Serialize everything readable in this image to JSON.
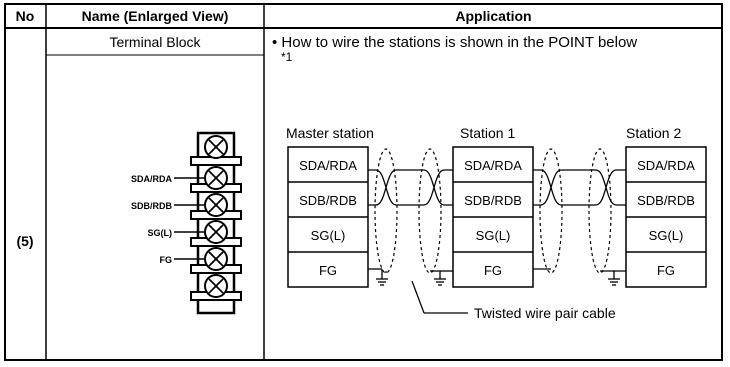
{
  "header": {
    "no": "No",
    "name": "Name (Enlarged View)",
    "application": "Application"
  },
  "row": {
    "no": "(5)",
    "name": "Terminal Block",
    "note_line1": "• How to wire the stations is shown in the POINT below",
    "note_line2": "*1"
  },
  "terminal_block": {
    "labels": [
      "SDA/RDA",
      "SDB/RDB",
      "SG(L)",
      "FG"
    ]
  },
  "wiring": {
    "stations": [
      {
        "title": "Master station",
        "terminals": [
          "SDA/RDA",
          "SDB/RDB",
          "SG(L)",
          "FG"
        ]
      },
      {
        "title": "Station 1",
        "terminals": [
          "SDA/RDA",
          "SDB/RDB",
          "SG(L)",
          "FG"
        ]
      },
      {
        "title": "Station 2",
        "terminals": [
          "SDA/RDA",
          "SDB/RDB",
          "SG(L)",
          "FG"
        ]
      }
    ],
    "cable_label": "Twisted wire pair cable"
  }
}
